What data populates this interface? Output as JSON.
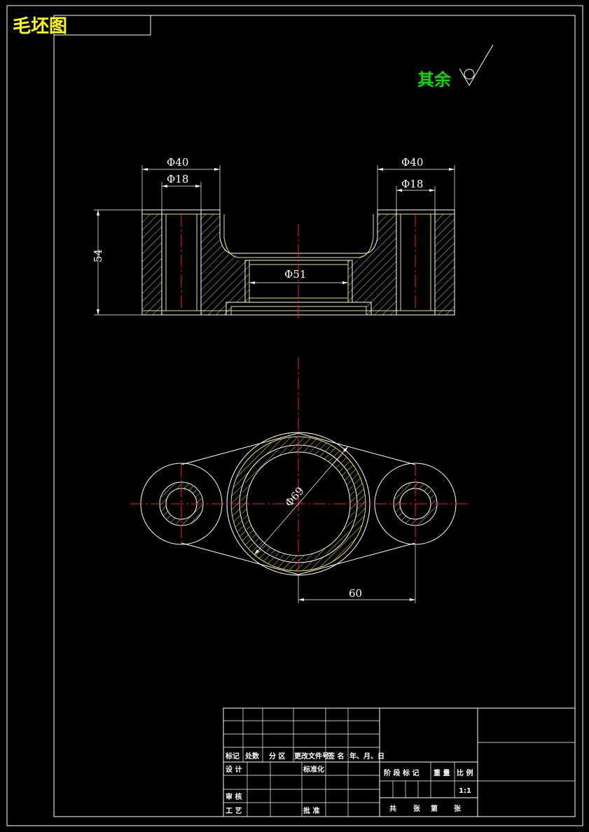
{
  "drawing": {
    "title": "毛坯图",
    "surface_roughness_note": "其余",
    "roughness_symbol_icon": "machining-not-required-symbol"
  },
  "section_view": {
    "dim_left_outer": "Φ40",
    "dim_left_inner": "Φ18",
    "dim_right_outer": "Φ40",
    "dim_right_inner": "Φ18",
    "dim_height": "54",
    "dim_center_bore": "Φ51"
  },
  "plan_view": {
    "dim_diameter": "Φ69",
    "dim_center_distance": "60"
  },
  "title_block": {
    "revision_headers": [
      "标记",
      "处数",
      "分 区",
      "更改文件号",
      "签 名",
      "年、月、日"
    ],
    "design": "设 计",
    "standardization": "标准化",
    "review": "审 核",
    "process": "工 艺",
    "approve": "批 准",
    "stage_mark": "阶 段 标 记",
    "weight": "重 量",
    "scale_label": "比 例",
    "scale_value": "1:1",
    "total": "共",
    "sheets": "张",
    "sheet_no": "第",
    "page": "张"
  },
  "colors": {
    "background": "#000000",
    "title": "#ffff00",
    "note": "#00e000",
    "outline": "#ffffff",
    "centerline": "#ff2020",
    "hidden_edge": "#e8e85a"
  }
}
